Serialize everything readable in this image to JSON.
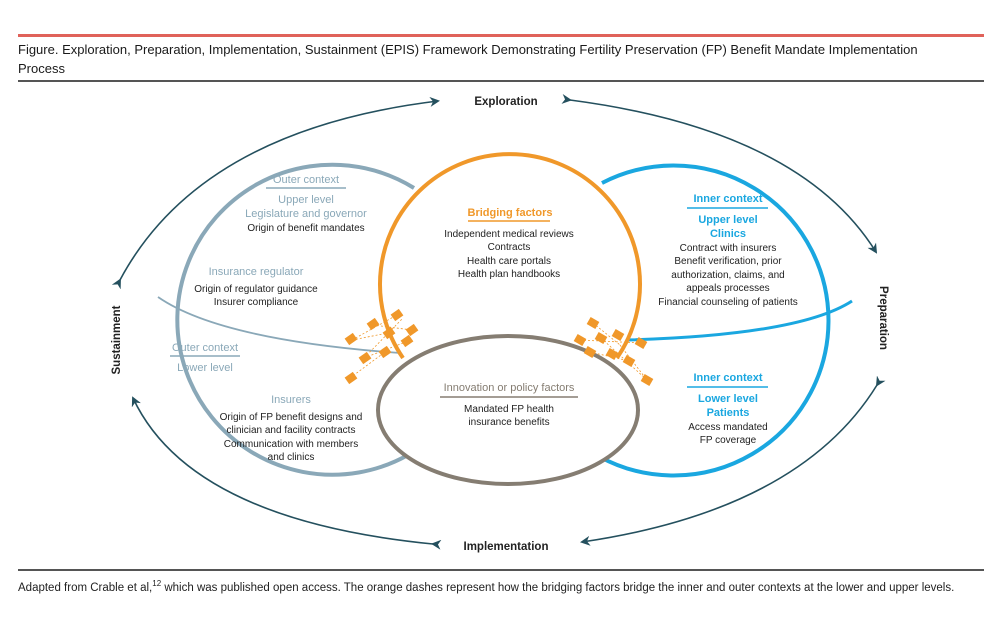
{
  "figure": {
    "title": "Figure. Exploration, Preparation, Implementation, Sustainment (EPIS) Framework Demonstrating Fertility Preservation (FP) Benefit Mandate Implementation Process",
    "footnote_prefix": "Adapted from Crable et al,",
    "footnote_ref": "12",
    "footnote_suffix": " which was published open access. The orange dashes represent how the bridging factors bridge the inner and outer contexts at the lower and upper levels."
  },
  "colors": {
    "outer": "#8aa8b8",
    "bridging": "#f0982a",
    "inner": "#1aa7e0",
    "innovation": "#857d72",
    "arrow": "#24505e",
    "accent_rule": "#e0625a"
  },
  "phases": {
    "exploration": "Exploration",
    "preparation": "Preparation",
    "implementation": "Implementation",
    "sustainment": "Sustainment"
  },
  "outer_upper": {
    "heading": "Outer context",
    "level": "Upper level",
    "actor": "Legislature and governor",
    "items": [
      "Origin of benefit mandates"
    ]
  },
  "insurance_regulator": {
    "heading": "Insurance regulator",
    "items": [
      "Origin of regulator guidance",
      "Insurer compliance"
    ]
  },
  "outer_lower": {
    "heading": "Outer context",
    "level": "Lower level"
  },
  "insurers": {
    "heading": "Insurers",
    "items": [
      "Origin of FP benefit designs and",
      "clinician and facility contracts",
      "Communication with members",
      "and clinics"
    ]
  },
  "bridging": {
    "heading": "Bridging factors",
    "items": [
      "Independent medical reviews",
      "Contracts",
      "Health care portals",
      "Health plan handbooks"
    ]
  },
  "innovation": {
    "heading": "Innovation or policy factors",
    "items": [
      "Mandated FP health",
      "insurance benefits"
    ]
  },
  "inner_upper": {
    "heading": "Inner context",
    "level": "Upper level",
    "actor": "Clinics",
    "items": [
      "Contract with insurers",
      "Benefit verification, prior",
      "authorization, claims, and",
      "appeals processes",
      "Financial counseling of patients"
    ]
  },
  "inner_lower": {
    "heading": "Inner context",
    "level": "Lower level",
    "actor": "Patients",
    "items": [
      "Access mandated",
      "FP coverage"
    ]
  }
}
